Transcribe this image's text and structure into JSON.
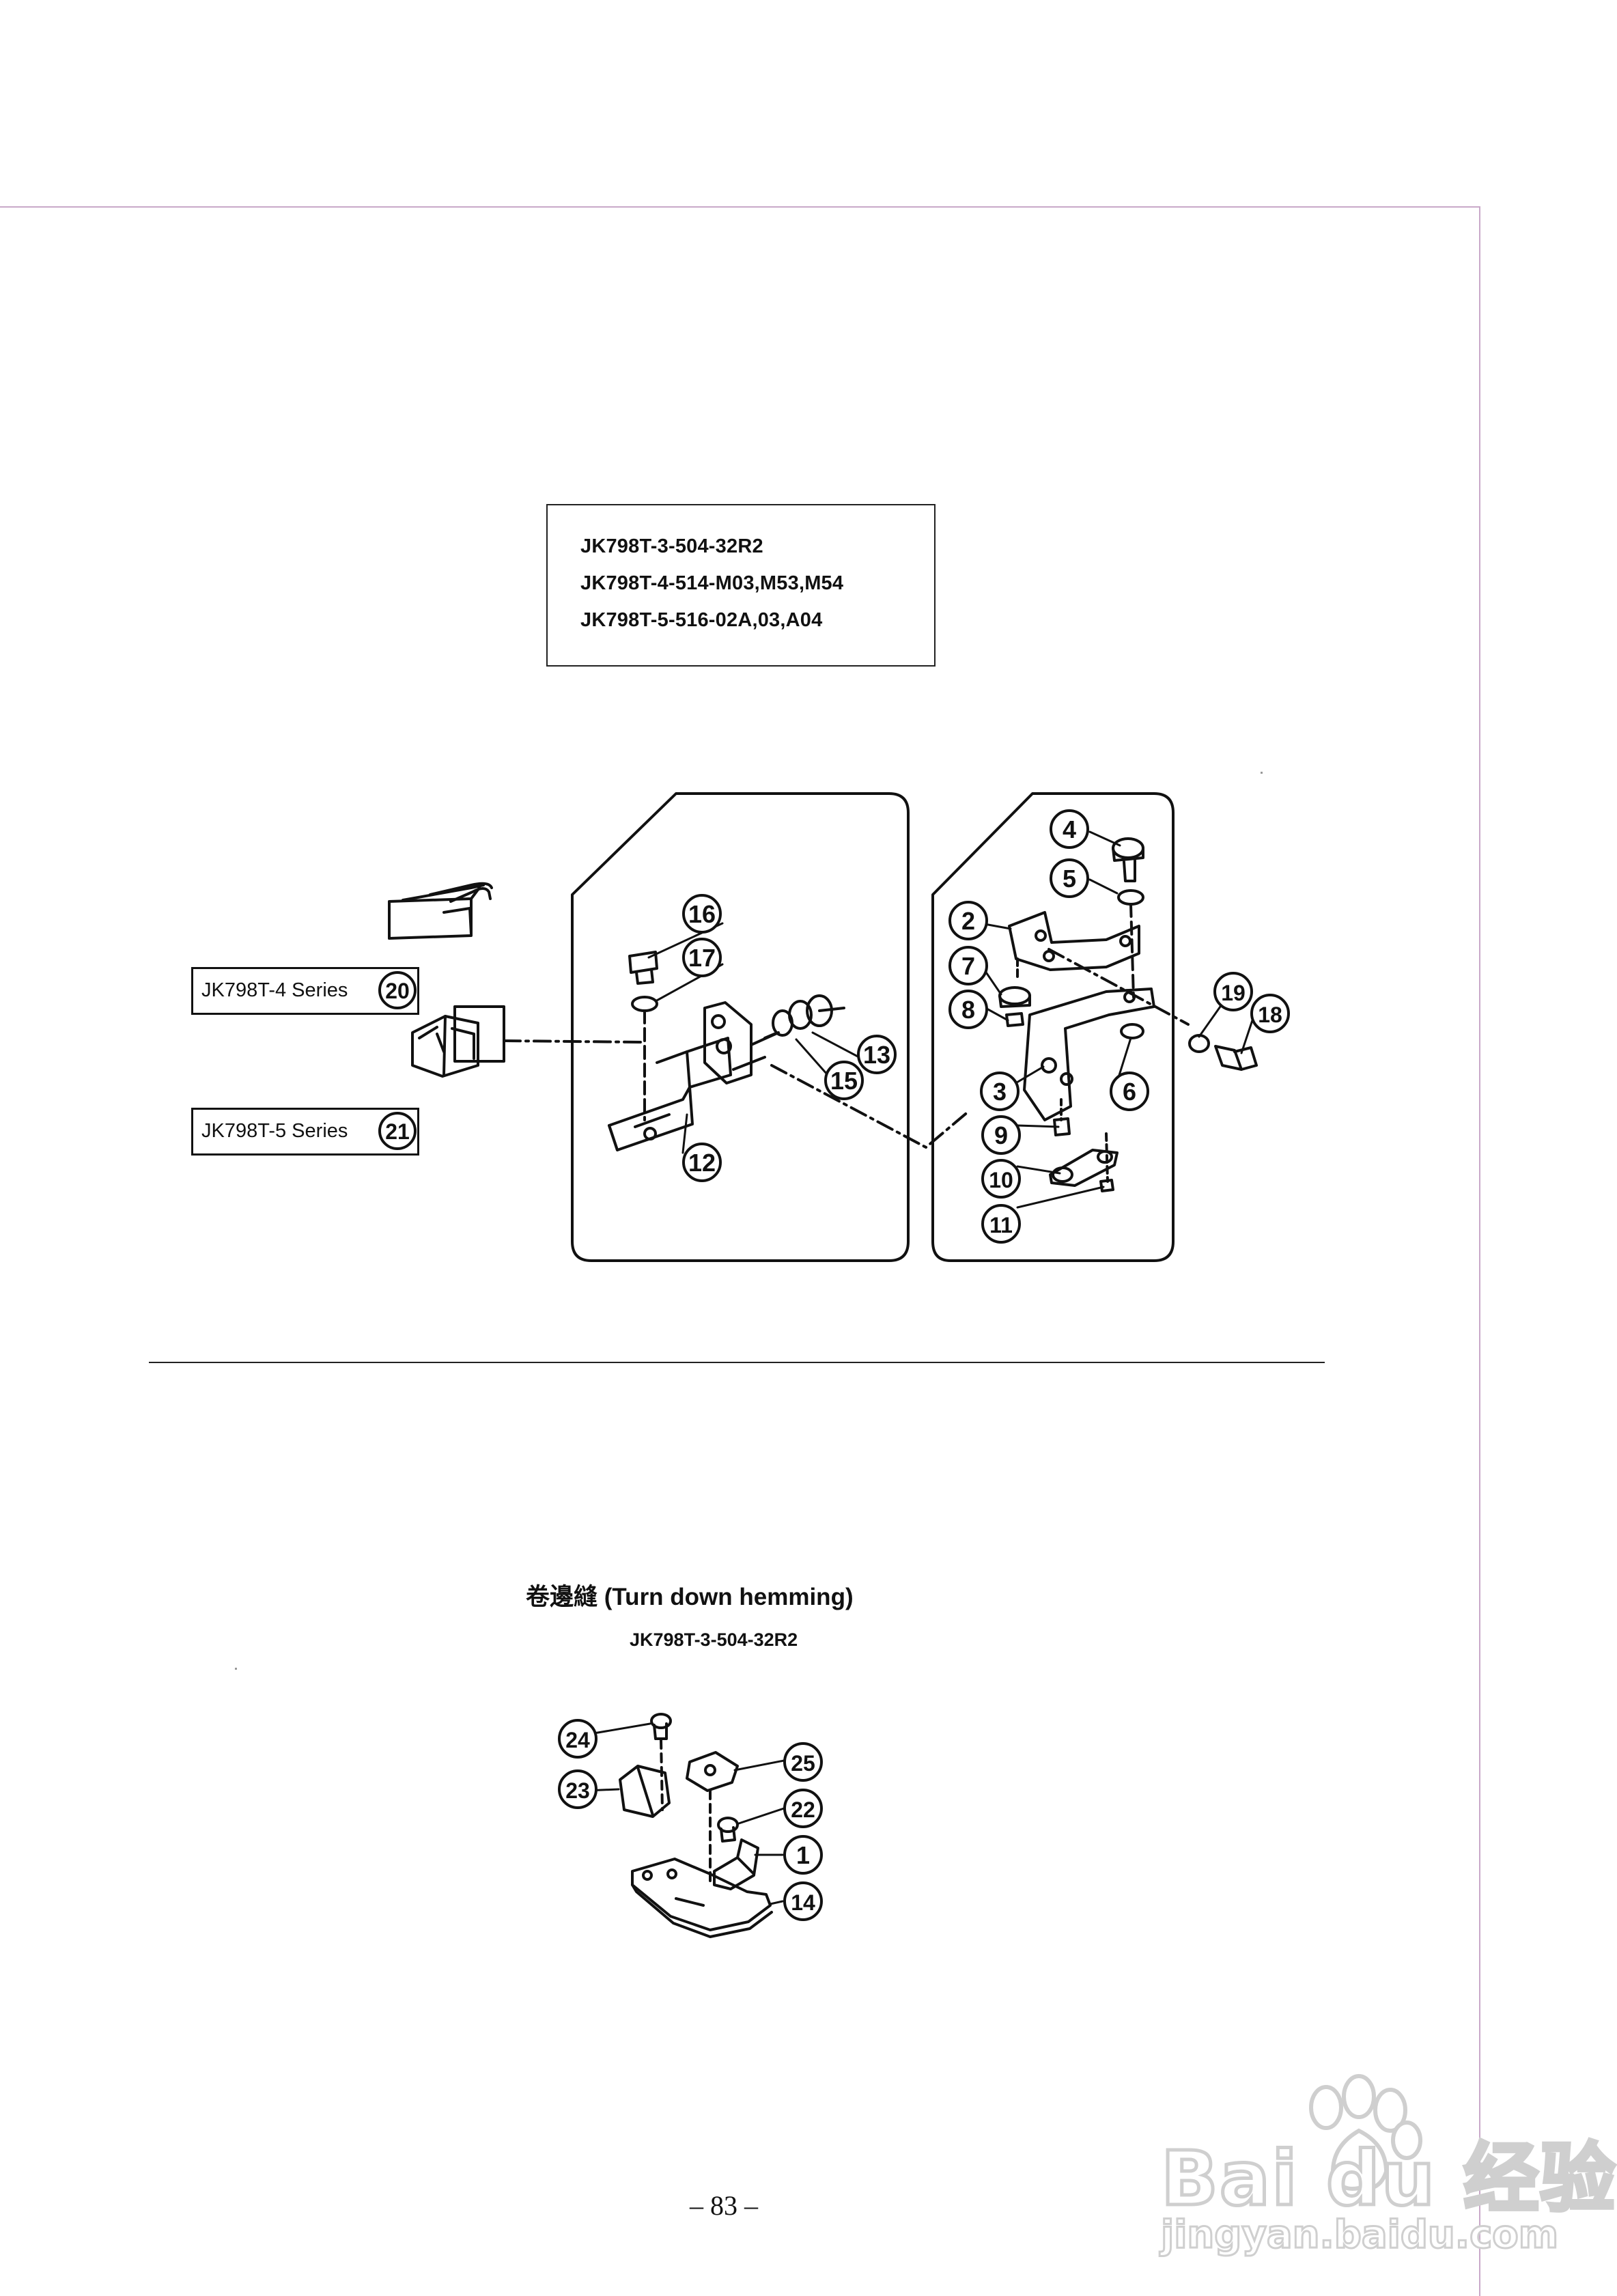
{
  "models_box": {
    "lines": [
      "JK798T-3-504-32R2",
      "JK798T-4-514-M03,M53,M54",
      "JK798T-5-516-02A,03,A04"
    ]
  },
  "series": {
    "s4": "JK798T-4 Series",
    "s5": "JK798T-5 Series"
  },
  "callouts_upper": [
    "2",
    "3",
    "4",
    "5",
    "6",
    "7",
    "8",
    "9",
    "10",
    "11",
    "12",
    "13",
    "15",
    "16",
    "17",
    "18",
    "19",
    "20",
    "21"
  ],
  "section2": {
    "title_cn": "卷邊縫",
    "title_en": "(Turn down hemming)",
    "model": "JK798T-3-504-32R2",
    "callouts": [
      "1",
      "14",
      "22",
      "23",
      "24",
      "25"
    ]
  },
  "page_number": "– 83 –",
  "watermark": {
    "brand": "Bai du 经验",
    "url": "jingyan.baidu.com"
  },
  "colors": {
    "frame": "#c9a9c9",
    "ink": "#111111",
    "watermark": "#cfcfcf"
  }
}
